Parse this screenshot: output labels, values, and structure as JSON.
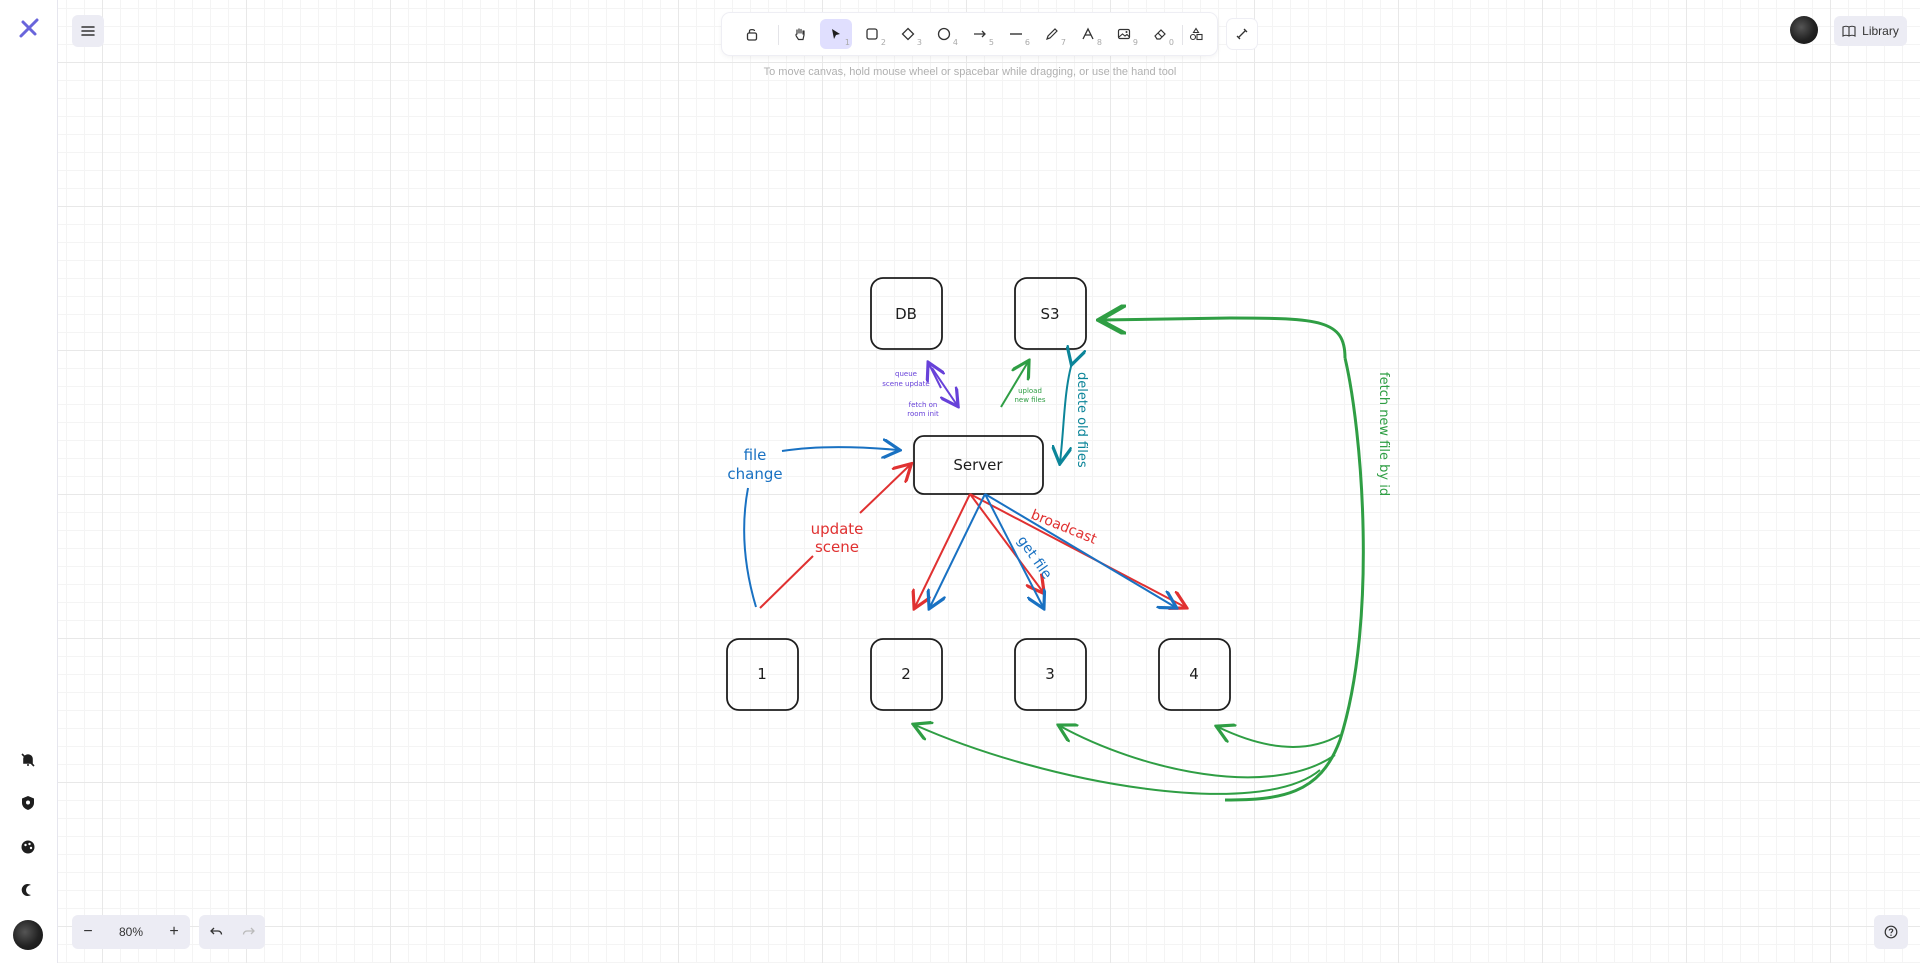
{
  "toolbar": {
    "tools": [
      {
        "name": "lock",
        "hotkey": ""
      },
      {
        "name": "hand",
        "hotkey": ""
      },
      {
        "name": "selection",
        "hotkey": "1"
      },
      {
        "name": "rectangle",
        "hotkey": "2"
      },
      {
        "name": "diamond",
        "hotkey": "3"
      },
      {
        "name": "ellipse",
        "hotkey": "4"
      },
      {
        "name": "arrow",
        "hotkey": "5"
      },
      {
        "name": "line",
        "hotkey": "6"
      },
      {
        "name": "draw",
        "hotkey": "7"
      },
      {
        "name": "text",
        "hotkey": "8"
      },
      {
        "name": "image",
        "hotkey": "9"
      },
      {
        "name": "eraser",
        "hotkey": "0"
      }
    ],
    "active_tool": "selection"
  },
  "hint": "To move canvas, hold mouse wheel or spacebar while dragging, or use the hand tool",
  "library_label": "Library",
  "zoom": {
    "value": "80%",
    "minus": "−",
    "plus": "+"
  },
  "diagram": {
    "nodes": {
      "db": "DB",
      "s3": "S3",
      "server": "Server",
      "c1": "1",
      "c2": "2",
      "c3": "3",
      "c4": "4"
    },
    "labels": {
      "queue_1": "queue",
      "queue_2": "scene update",
      "fetch_1": "fetch on",
      "fetch_2": "room init",
      "upload_1": "upload",
      "upload_2": "new files",
      "delete_old": "delete old files",
      "fetch_new": "fetch new file by id",
      "file_1": "file",
      "file_2": "change",
      "update_1": "update",
      "update_2": "scene",
      "broadcast": "broadcast",
      "get_file": "get file"
    },
    "colors": {
      "stroke": "#1e1e1e",
      "blue": "#1971c2",
      "red": "#e03131",
      "green": "#2f9e44",
      "purple": "#6741d9",
      "teal": "#0c8599",
      "accent": "#6965db"
    }
  }
}
